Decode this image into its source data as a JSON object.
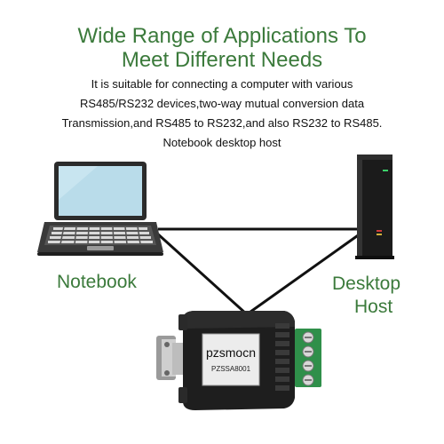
{
  "header": {
    "title_line1": "Wide Range of Applications To",
    "title_line2": "Meet Different Needs"
  },
  "description": {
    "line1": "It is suitable for connecting a computer with various",
    "line2": "RS485/RS232 devices,two-way mutual conversion data",
    "line3": "Transmission,and RS485 to RS232,and also RS232 to RS485.",
    "line4": "Notebook desktop host"
  },
  "labels": {
    "notebook": "Notebook",
    "desktop_line1": "Desktop",
    "desktop_line2": "Host"
  },
  "device": {
    "brand": "pzsmocn",
    "model": "PZSSA8001"
  },
  "colors": {
    "accent_green": "#3b7a3b",
    "terminal_green": "#2f8f4a"
  }
}
